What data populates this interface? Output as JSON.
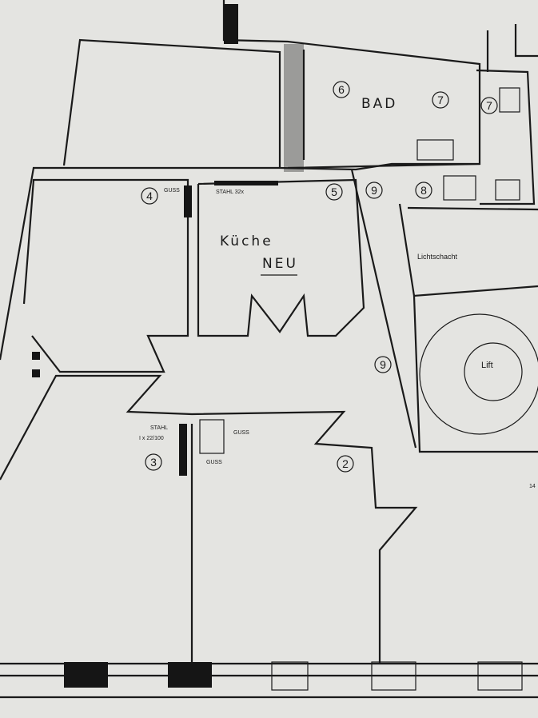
{
  "plan": {
    "rooms": [
      {
        "number": "2"
      },
      {
        "number": "3"
      },
      {
        "number": "4"
      },
      {
        "number": "5"
      },
      {
        "number": "6"
      },
      {
        "number": "7"
      },
      {
        "number": "7"
      },
      {
        "number": "8"
      },
      {
        "number": "9"
      },
      {
        "number": "9"
      }
    ],
    "labels": {
      "bath": "BAD",
      "kitchen": "Küche",
      "kitchen_new": "NEU",
      "light_shaft": "Lichtschacht",
      "lift": "Lift",
      "steel_beam_kitchen": "STAHL 32x",
      "cast_iron_1": "GUSS",
      "cast_iron_2": "GUSS",
      "cast_iron_3": "GUSS",
      "steel_beam_hall": "STAHL",
      "steel_beam_hall_spec": "I x 22/100",
      "edge_number": "14"
    },
    "colors": {
      "paper": "#e4e4e1",
      "ink": "#1a1a1a"
    }
  }
}
